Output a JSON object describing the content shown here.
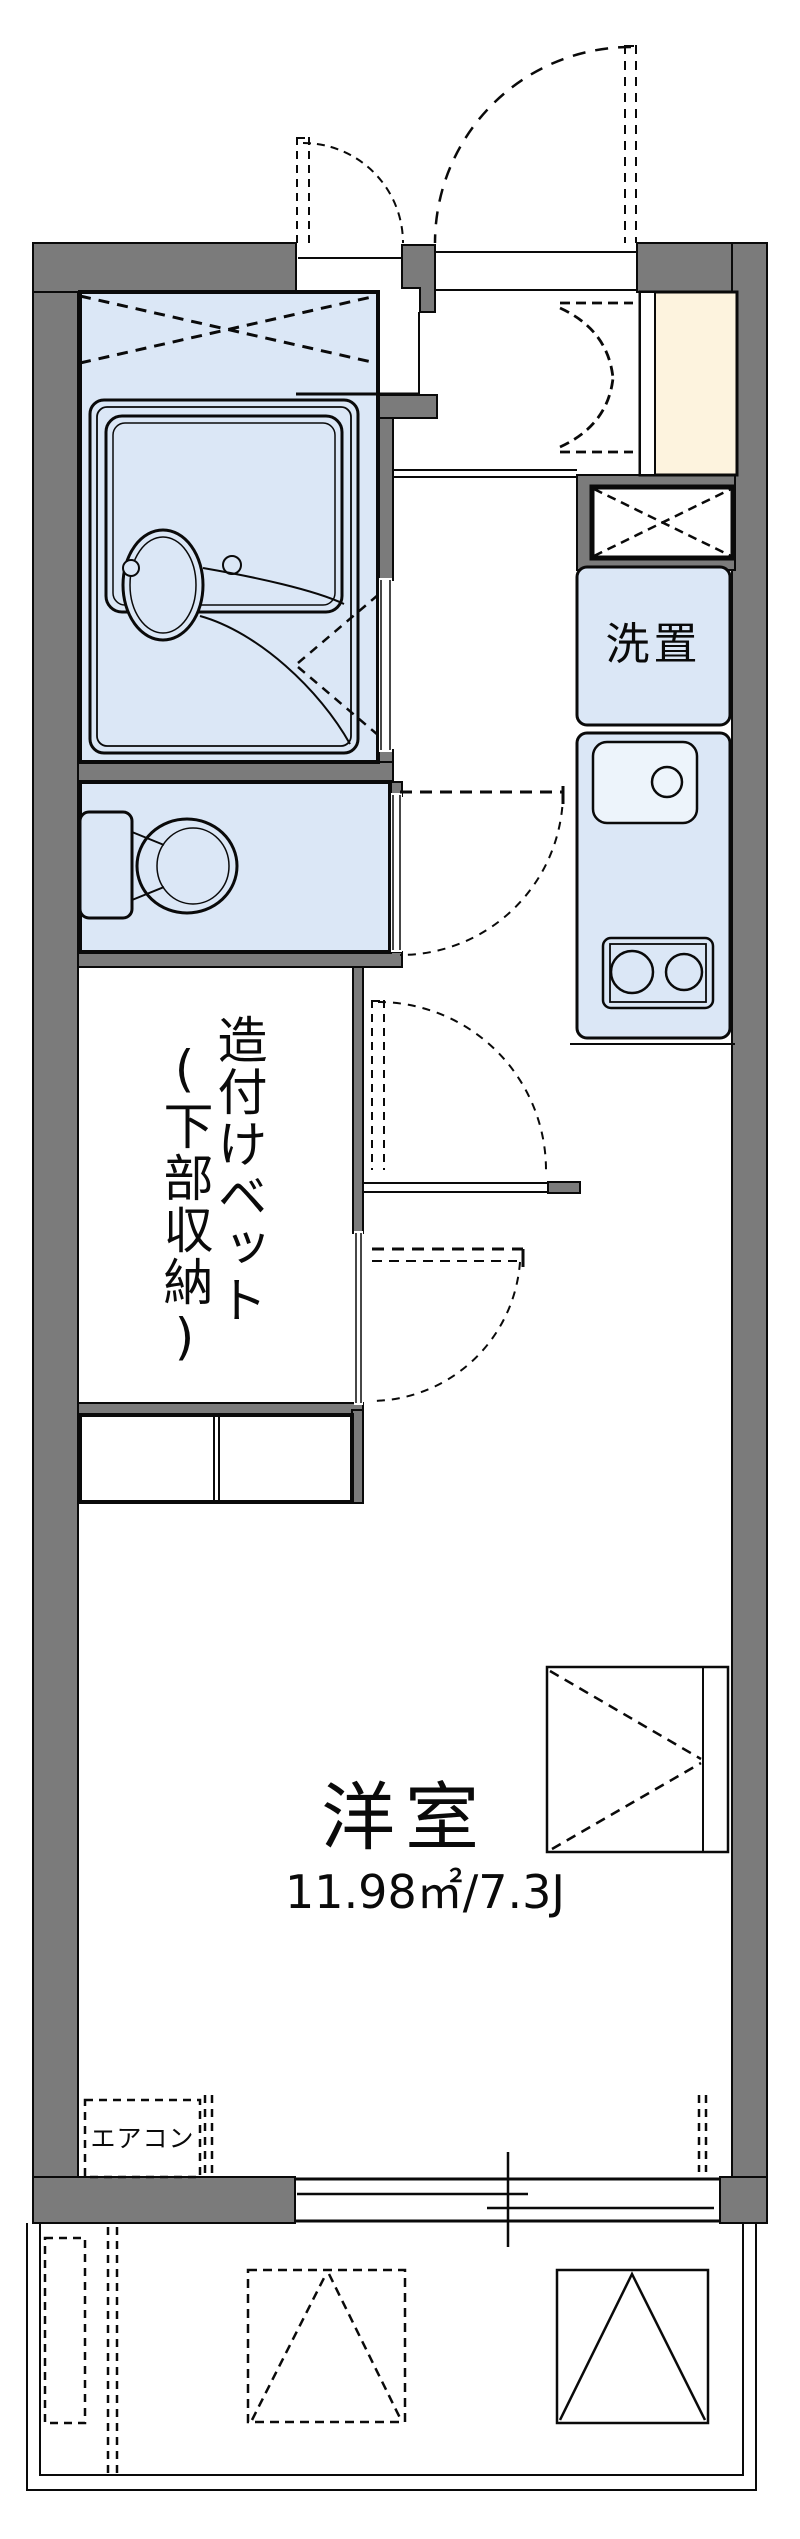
{
  "labels": {
    "room_name": "洋室",
    "room_area": "11.98㎡/7.3J",
    "bed_label": "造付けベット",
    "bed_sub": "(下部収納)",
    "washer": "洗置",
    "aircon": "エアコン"
  },
  "colors": {
    "wall": "#7b7b7b",
    "water": "#dbe7f6",
    "water_light": "#edf4fb",
    "cream": "#fdf3de",
    "line": "#0a0a0a",
    "bg": "#ffffff"
  }
}
